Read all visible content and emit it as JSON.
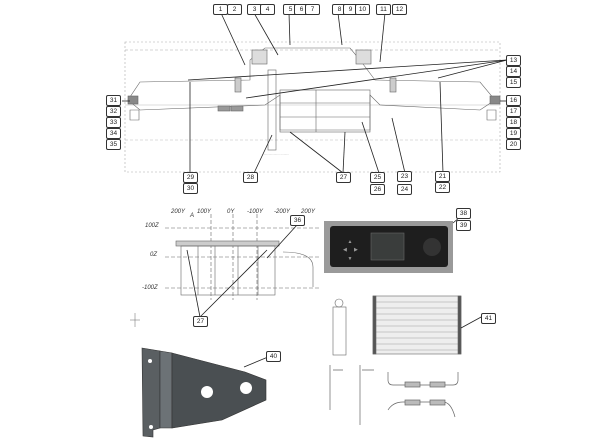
{
  "callouts": {
    "top": [
      "1",
      "2",
      "3",
      "4",
      "5",
      "6",
      "7",
      "8",
      "9",
      "10",
      "11",
      "12"
    ],
    "right": [
      "13",
      "14",
      "15",
      "16",
      "17",
      "18",
      "19",
      "20"
    ],
    "left": [
      "31",
      "32",
      "33",
      "34",
      "35"
    ],
    "bottom": [
      "29",
      "30",
      "28",
      "27",
      "25",
      "26",
      "23",
      "24",
      "21",
      "22"
    ],
    "section": [
      "36",
      "27"
    ],
    "panel": [
      "38",
      "39"
    ],
    "bracket": "40",
    "condenser": "41"
  },
  "section_axes": {
    "y_ticks": [
      "200Y",
      "100Y",
      "0Y",
      "-100Y",
      "-200Y",
      "200Y"
    ],
    "z_ticks": [
      "100Z",
      "0Z",
      "-100Z"
    ],
    "section_mark": "A"
  },
  "colors": {
    "line": "#555555",
    "panel": "#1e1e1e",
    "frame": "#9a9a9a",
    "bracket": "#4a4f52"
  }
}
